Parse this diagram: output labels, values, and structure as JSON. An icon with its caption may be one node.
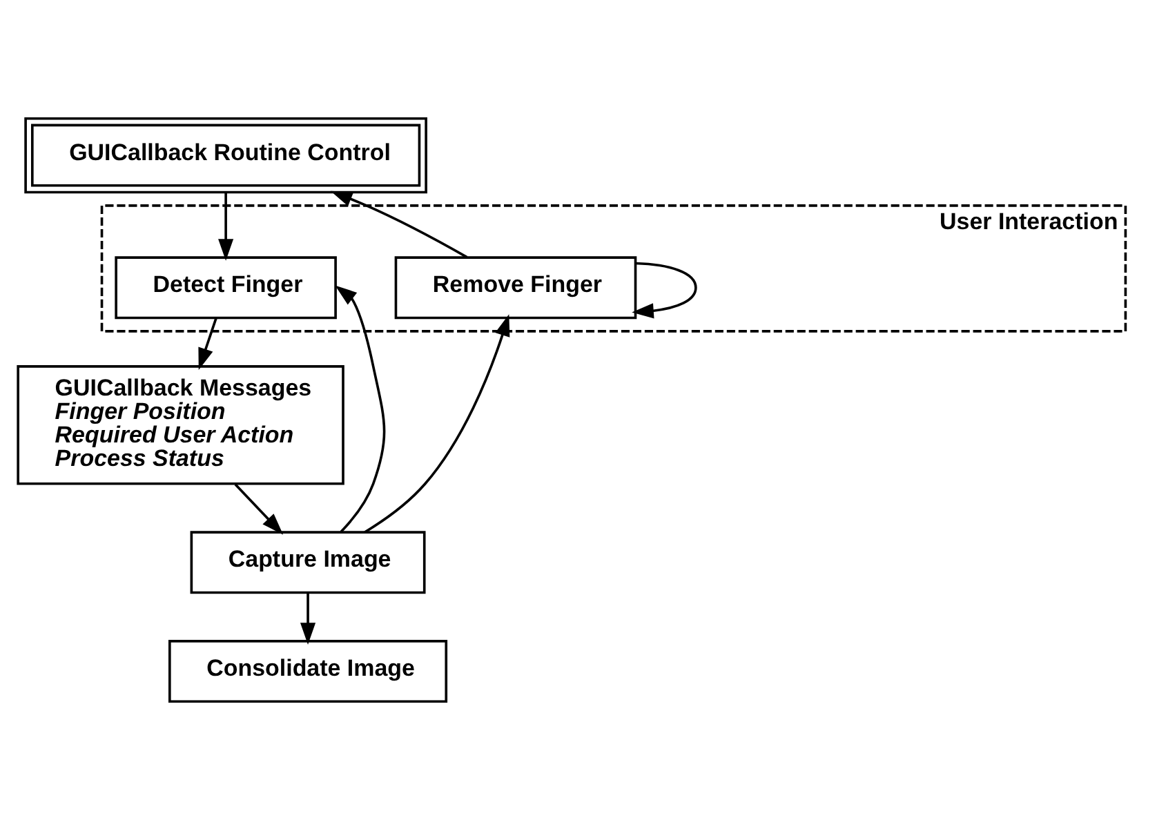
{
  "diagram": {
    "nodes": [
      {
        "text": [
          "GUICallback Routine Control"
        ]
      },
      {
        "text": [
          "User Interaction"
        ]
      },
      {
        "text": [
          "Detect Finger"
        ],
        "in": 1
      },
      {
        "text": [
          "GUICallback Messages",
          "Finger Position",
          "Required User Action",
          "Process Status"
        ]
      },
      {
        "text": [
          "Capture Image"
        ]
      },
      {
        "text": [
          "Remove Finger"
        ],
        "in": 1
      },
      {
        "text": [
          "Consolidate Image"
        ]
      }
    ],
    "edges": [
      {
        "from": 0,
        "to": 2,
        "arrow": "to"
      },
      {
        "from": 2,
        "to": 3,
        "arrow": "to"
      },
      {
        "from": 3,
        "to": 4,
        "arrow": "to"
      },
      {
        "from": 4,
        "to": 6,
        "arrow": "to"
      },
      {
        "from": 4,
        "to": 5,
        "arrow": "to"
      },
      {
        "from": 4,
        "to": 2,
        "arrow": "to"
      },
      {
        "from": 5,
        "to": 5,
        "arrow": "to"
      },
      {
        "from": 5,
        "to": 0,
        "arrow": "to"
      }
    ]
  }
}
